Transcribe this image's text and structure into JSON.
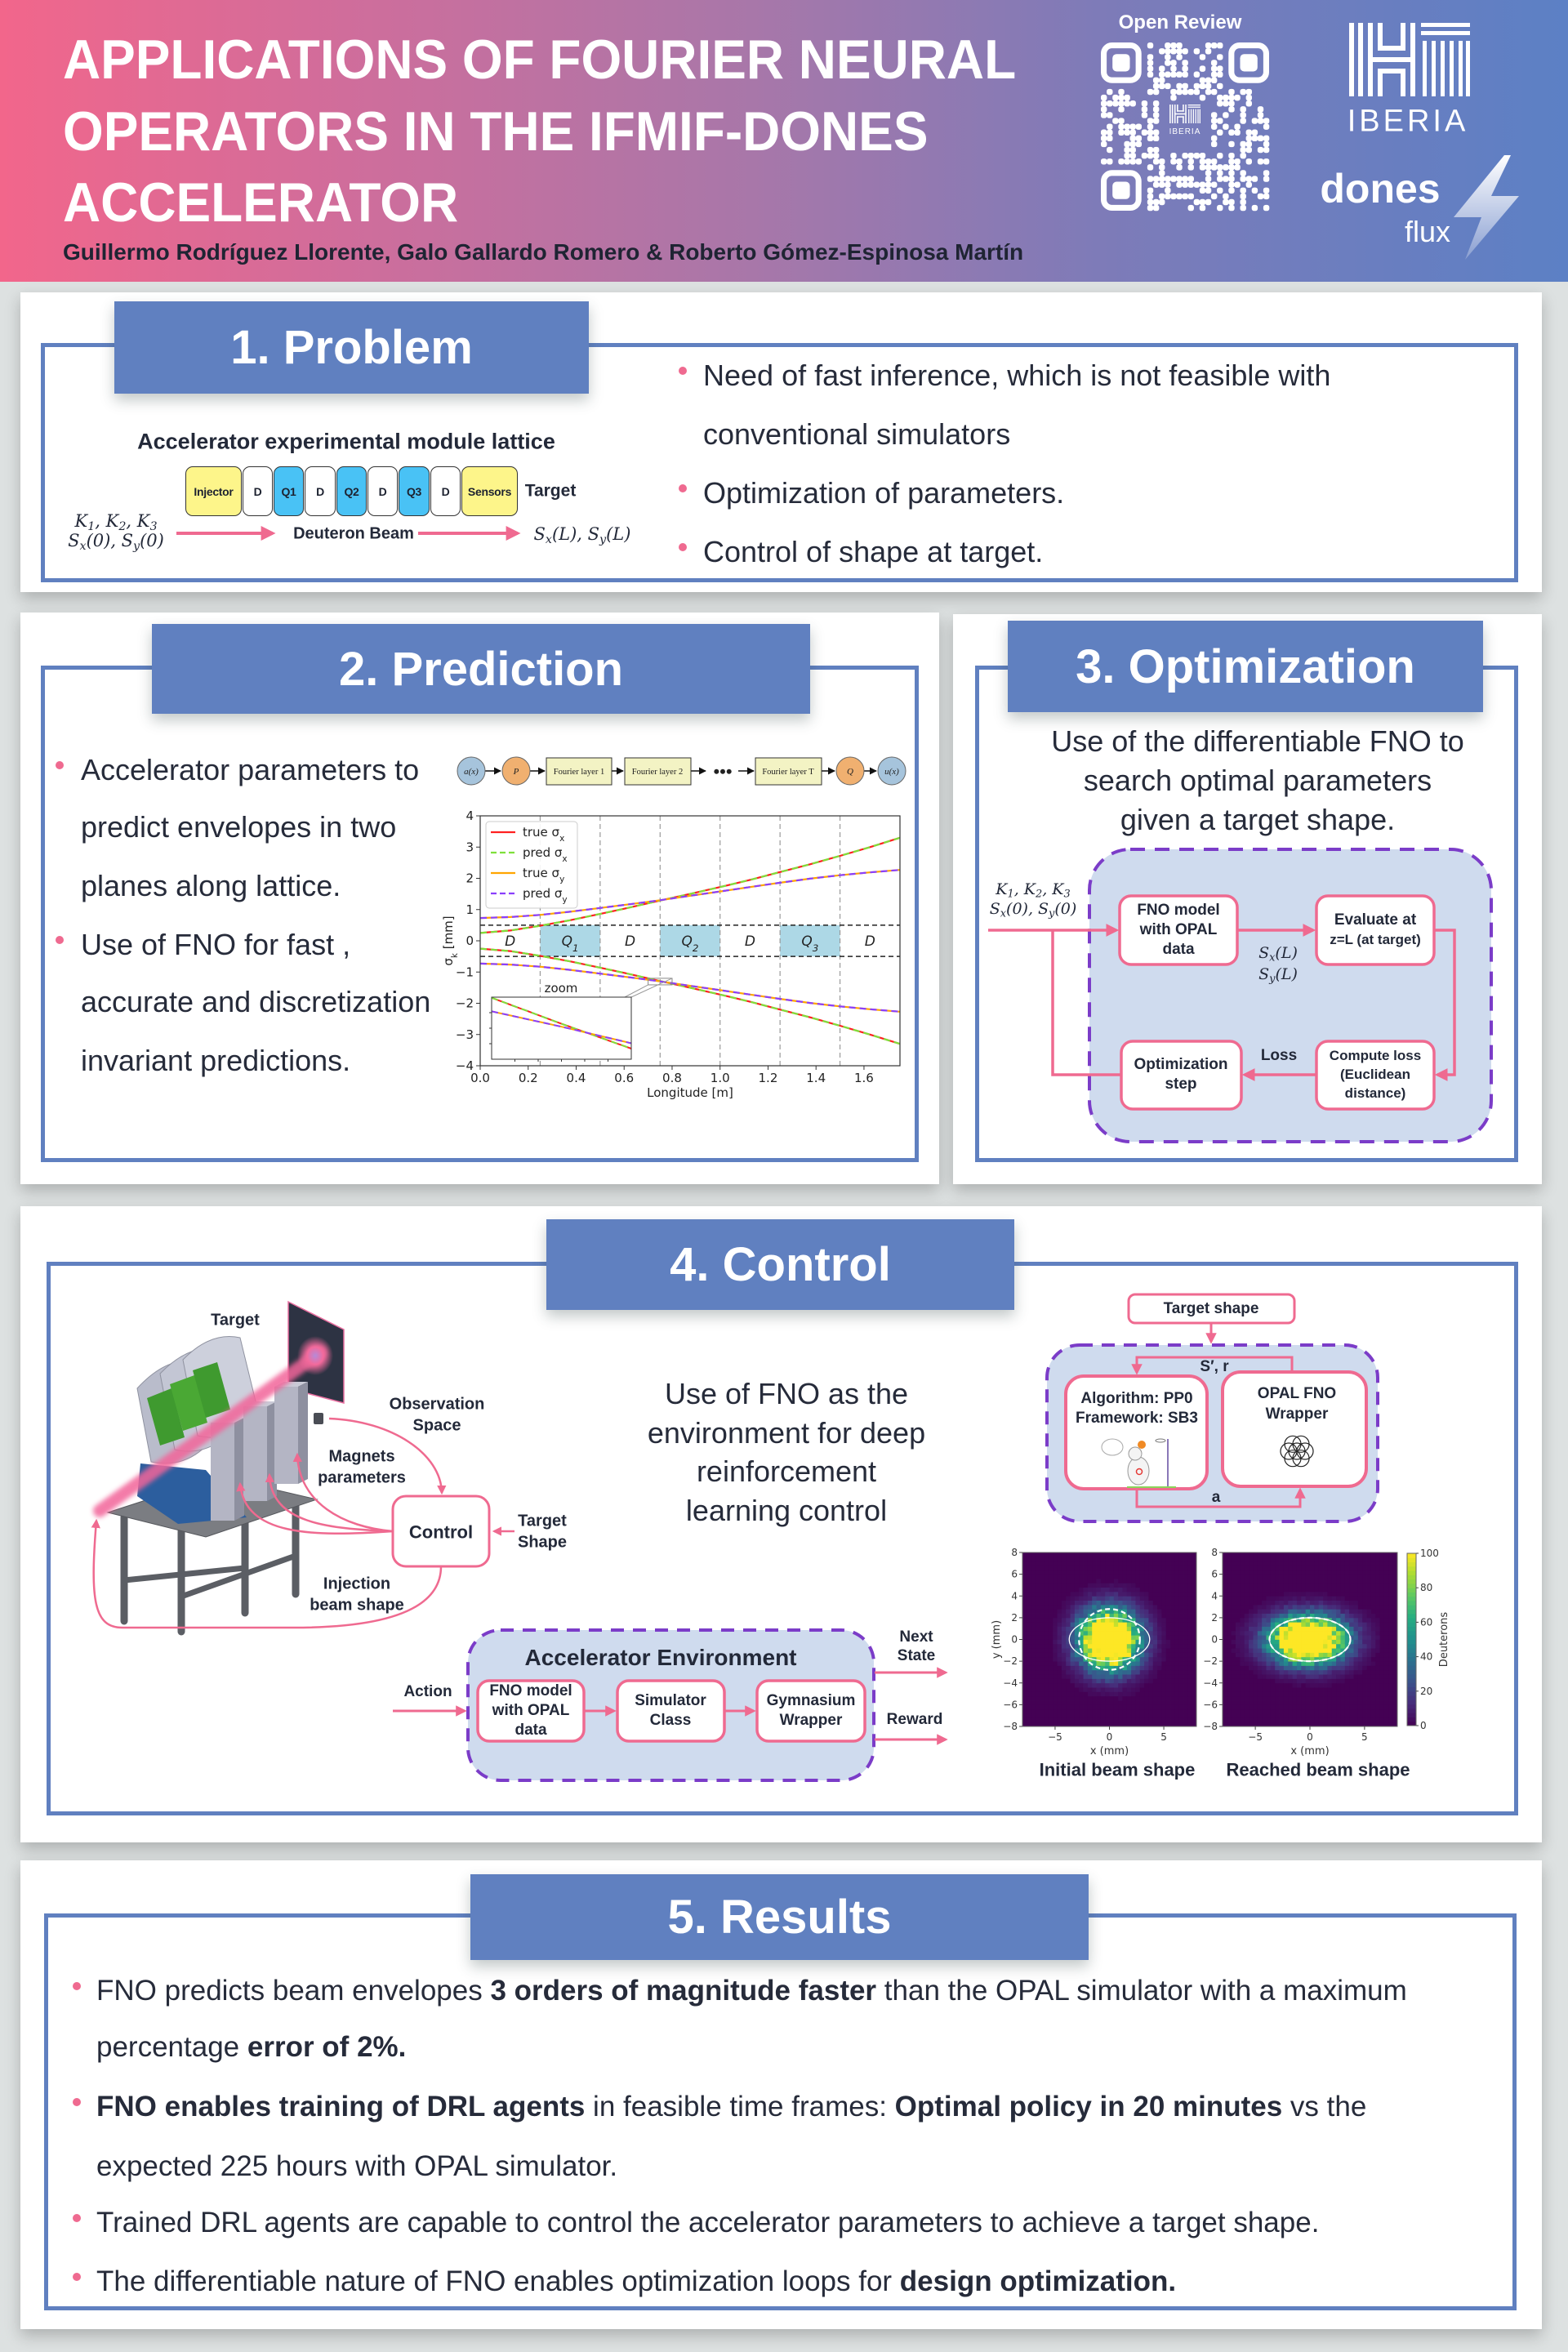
{
  "header": {
    "title_lines": [
      "APPLICATIONS OF FOURIER NEURAL",
      "OPERATORS IN THE IFMIF-DONES",
      "ACCELERATOR"
    ],
    "authors": "Guillermo Rodríguez Llorente, Galo Gallardo Romero & Roberto Gómez-Espinosa Martín",
    "qr_label": "Open Review",
    "qr_center_text": "IBERIA",
    "logo_iberia_text": "IBERIA",
    "logo_dones_text": "dones",
    "logo_flux_text": "flux",
    "icons": {
      "qr": "qr-code",
      "iberia": "iberia-logo-mark",
      "bolt": "lightning-bolt-icon"
    }
  },
  "colors": {
    "header_gradient": [
      "#f2668b",
      "#a877a9",
      "#5c80c5"
    ],
    "section_blue": "#6080c0",
    "accent_pink": "#ef6a90",
    "dashed_purple": "#7b3cc8",
    "diagram_fill": "#cfdbee",
    "text_dark": "#232939",
    "lattice_yellow": "#fdf58a",
    "lattice_blue": "#49c2f5"
  },
  "problem": {
    "title": "1. Problem",
    "lattice_title": "Accelerator experimental module lattice",
    "lattice_blocks": [
      {
        "label": "Injector",
        "type": "source"
      },
      {
        "label": "D",
        "type": "drift"
      },
      {
        "label": "Q1",
        "type": "quadrupole"
      },
      {
        "label": "D",
        "type": "drift"
      },
      {
        "label": "Q2",
        "type": "quadrupole"
      },
      {
        "label": "D",
        "type": "drift"
      },
      {
        "label": "Q3",
        "type": "quadrupole"
      },
      {
        "label": "D",
        "type": "drift"
      },
      {
        "label": "Sensors",
        "type": "sensor"
      }
    ],
    "target_label": "Target",
    "input_params": [
      "K_1, K_2, K_3",
      "S_x(0), S_y(0)"
    ],
    "beam_label": "Deuteron Beam",
    "output_params": "S_x(L), S_y(L)",
    "bullets": [
      {
        "lines": [
          "Need of fast inference, which  is not feasible with",
          "conventional simulators"
        ]
      },
      {
        "lines": [
          "Optimization of parameters."
        ]
      },
      {
        "lines": [
          "Control of shape at target."
        ]
      }
    ]
  },
  "prediction": {
    "title": "2. Prediction",
    "bullets": [
      {
        "lines": [
          "Accelerator parameters to",
          "predict envelopes in two",
          "planes along lattice."
        ]
      },
      {
        "lines": [
          "Use of FNO for fast ,",
          "accurate and discretization",
          "invariant predictions."
        ]
      }
    ],
    "architecture": {
      "nodes": [
        {
          "label": "a(x)",
          "type": "io"
        },
        {
          "label": "P",
          "type": "projection"
        },
        {
          "label": "Fourier layer 1",
          "type": "layer"
        },
        {
          "label": "Fourier layer 2",
          "type": "layer"
        },
        {
          "label": "•••",
          "type": "ellipsis"
        },
        {
          "label": "Fourier layer T",
          "type": "layer"
        },
        {
          "label": "Q",
          "type": "projection"
        },
        {
          "label": "u(x)",
          "type": "io"
        }
      ]
    }
  },
  "optimization": {
    "title": "3. Optimization",
    "description_lines": [
      "Use of the differentiable FNO to",
      "search optimal parameters",
      "given a target shape."
    ],
    "input_params": [
      "K_1, K_2, K_3",
      "S_x(0), S_y(0)"
    ],
    "boxes": {
      "fno": [
        "FNO model",
        "with OPAL",
        "data"
      ],
      "evaluate": [
        "Evaluate at",
        "z=L (at target)"
      ],
      "loss": [
        "Compute loss",
        "(Euclidean",
        "distance)"
      ],
      "step": [
        "Optimization",
        "step"
      ]
    },
    "edge_labels": {
      "output": [
        "S_x(L)",
        "S_y(L)"
      ],
      "loss": "Loss"
    }
  },
  "control": {
    "title": "4. Control",
    "illustration_labels": {
      "target": "Target",
      "observation": [
        "Observation",
        "Space"
      ],
      "magnets": [
        "Magnets",
        "parameters"
      ],
      "control": "Control",
      "target_shape": [
        "Target",
        "Shape"
      ],
      "injection": [
        "Injection",
        "beam shape"
      ]
    },
    "description_lines": [
      "Use of FNO as the",
      "environment for deep",
      "reinforcement",
      "learning control"
    ],
    "rl_loop": {
      "target_shape": "Target shape",
      "agent": [
        "Algorithm: PP0",
        "Framework: SB3"
      ],
      "env": [
        "OPAL FNO",
        "Wrapper"
      ],
      "state_reward": "S′, r",
      "action": "a"
    },
    "environment": {
      "title": "Accelerator Environment",
      "input": "Action",
      "boxes": [
        [
          "FNO model",
          "with OPAL",
          "data"
        ],
        [
          "Simulator",
          "Class"
        ],
        [
          "Gymnasium",
          "Wrapper"
        ]
      ],
      "outputs": [
        [
          "Next",
          "State"
        ],
        [
          "Reward"
        ]
      ]
    },
    "beam_plots": {
      "initial_caption": "Initial beam shape",
      "reached_caption": "Reached beam shape"
    }
  },
  "results": {
    "title": "5. Results",
    "bullets": [
      {
        "lines": [
          [
            {
              "text": "FNO predicts beam envelopes "
            },
            {
              "text": "3 orders of magnitude faster",
              "bold": true
            },
            {
              "text": " than the OPAL simulator with a maximum"
            }
          ],
          [
            {
              "text": "percentage "
            },
            {
              "text": "error of 2%.",
              "bold": true
            }
          ]
        ]
      },
      {
        "lines": [
          [
            {
              "text": "FNO enables training of DRL agents",
              "bold": true
            },
            {
              "text": " in feasible time frames: "
            },
            {
              "text": "Optimal policy in 20 minutes",
              "bold": true
            },
            {
              "text": " vs the"
            }
          ],
          [
            {
              "text": "expected 225 hours with OPAL simulator."
            }
          ]
        ]
      },
      {
        "lines": [
          [
            {
              "text": "Trained DRL agents are capable to control the accelerator parameters to achieve a target shape."
            }
          ]
        ]
      },
      {
        "lines": [
          [
            {
              "text": "The differentiable nature of FNO enables optimization loops for "
            },
            {
              "text": "design optimization.",
              "bold": true
            }
          ]
        ]
      }
    ]
  },
  "chart_data": [
    {
      "type": "line",
      "title": "",
      "xlabel": "Longitude [m]",
      "ylabel": "σ_k [mm]",
      "xlim": [
        0,
        1.75
      ],
      "ylim": [
        -4,
        4
      ],
      "xticks": [
        0,
        0.2,
        0.4,
        0.6,
        0.8,
        1.0,
        1.2,
        1.4,
        1.6
      ],
      "xtick_labels": [
        "0.0",
        "0.2",
        "0.4",
        "0.6",
        "0.8",
        "1.0",
        "1.2",
        "1.4",
        "1.6"
      ],
      "yticks": [
        -4,
        -3,
        -2,
        -1,
        0,
        1,
        2,
        3,
        4
      ],
      "ytick_labels": [
        "−4",
        "−3",
        "−2",
        "−1",
        "0",
        "1",
        "2",
        "3",
        "4"
      ],
      "grid": false,
      "legend": "upper-left",
      "mirrored": true,
      "x": [
        0,
        0.125,
        0.25,
        0.375,
        0.5,
        0.625,
        0.75,
        0.875,
        1.0,
        1.125,
        1.25,
        1.375,
        1.5,
        1.625,
        1.75
      ],
      "series": [
        {
          "name": "true σ_x",
          "color": "#ff2020",
          "style": "solid",
          "values": [
            0.25,
            0.33,
            0.48,
            0.66,
            0.86,
            1.07,
            1.29,
            1.5,
            1.72,
            1.95,
            2.2,
            2.45,
            2.72,
            3.0,
            3.3
          ]
        },
        {
          "name": "pred σ_x",
          "color": "#7ee03a",
          "style": "dashed",
          "values": [
            0.25,
            0.33,
            0.48,
            0.66,
            0.86,
            1.07,
            1.29,
            1.5,
            1.72,
            1.95,
            2.2,
            2.45,
            2.72,
            3.0,
            3.3
          ]
        },
        {
          "name": "true σ_y",
          "color": "#ffa500",
          "style": "solid",
          "values": [
            0.73,
            0.76,
            0.83,
            0.93,
            1.05,
            1.17,
            1.3,
            1.44,
            1.58,
            1.72,
            1.86,
            1.99,
            2.1,
            2.19,
            2.27
          ]
        },
        {
          "name": "pred σ_y",
          "color": "#8a3ffc",
          "style": "dashed",
          "values": [
            0.73,
            0.76,
            0.83,
            0.93,
            1.05,
            1.17,
            1.3,
            1.44,
            1.58,
            1.72,
            1.86,
            1.99,
            2.1,
            2.19,
            2.27
          ]
        }
      ],
      "regions": [
        {
          "label": "D",
          "x": [
            0,
            0.25
          ],
          "fill": null
        },
        {
          "label": "Q_1",
          "x": [
            0.25,
            0.5
          ],
          "fill": "#add8e6"
        },
        {
          "label": "D",
          "x": [
            0.5,
            0.75
          ],
          "fill": null
        },
        {
          "label": "Q_2",
          "x": [
            0.75,
            1.0
          ],
          "fill": "#add8e6"
        },
        {
          "label": "D",
          "x": [
            1.0,
            1.25
          ],
          "fill": null
        },
        {
          "label": "Q_3",
          "x": [
            1.25,
            1.5
          ],
          "fill": "#add8e6"
        },
        {
          "label": "D",
          "x": [
            1.5,
            1.75
          ],
          "fill": null
        }
      ],
      "aperture": [
        -0.5,
        0.5
      ],
      "vlines": [
        0.25,
        0.5,
        0.75,
        1.0,
        1.25,
        1.5
      ],
      "inset": {
        "label": "zoom",
        "xlim": [
          0.7,
          0.8
        ],
        "ylim": [
          -1.41,
          -1.2
        ],
        "branch": "lower"
      }
    },
    {
      "type": "heatmap",
      "title": "Initial beam shape",
      "xlabel": "x (mm)",
      "ylabel": "y (mm)",
      "xlim": [
        -8,
        8
      ],
      "ylim": [
        -8,
        8
      ],
      "xticks": [
        -5,
        0,
        5
      ],
      "xtick_labels": [
        "−5",
        "0",
        "5"
      ],
      "yticks": [
        -8,
        -6,
        -4,
        -2,
        0,
        2,
        4,
        6,
        8
      ],
      "ytick_labels": [
        "−8",
        "−6",
        "−4",
        "−2",
        "0",
        "2",
        "4",
        "6",
        "8"
      ],
      "colormap": "viridis",
      "value_range": [
        0,
        100
      ],
      "bins": 40,
      "distribution": {
        "center": [
          0,
          0
        ],
        "sigma_x": 1.8,
        "sigma_y": 1.8,
        "peak": 180
      },
      "ellipses": [
        {
          "kind": "target",
          "a": 3.7,
          "b": 2.0,
          "style": "solid"
        },
        {
          "kind": "current",
          "a": 2.8,
          "b": 2.8,
          "style": "dashed"
        }
      ]
    },
    {
      "type": "heatmap",
      "title": "Reached beam shape",
      "xlabel": "x (mm)",
      "ylabel": "",
      "xlim": [
        -8,
        8
      ],
      "ylim": [
        -8,
        8
      ],
      "xticks": [
        -5,
        0,
        5
      ],
      "xtick_labels": [
        "−5",
        "0",
        "5"
      ],
      "yticks": [
        -8,
        -6,
        -4,
        -2,
        0,
        2,
        4,
        6,
        8
      ],
      "ytick_labels": [
        "−8",
        "−6",
        "−4",
        "−2",
        "0",
        "2",
        "4",
        "6",
        "8"
      ],
      "colormap": "viridis",
      "value_range": [
        0,
        100
      ],
      "bins": 40,
      "distribution": {
        "center": [
          -0.2,
          0
        ],
        "sigma_x": 2.3,
        "sigma_y": 1.45,
        "peak": 175
      },
      "ellipses": [
        {
          "kind": "target",
          "a": 3.7,
          "b": 2.0,
          "style": "solid"
        },
        {
          "kind": "current",
          "a": 3.7,
          "b": 2.0,
          "style": "dashed"
        }
      ],
      "colorbar": {
        "label": "Deuterons",
        "range": [
          0,
          100
        ],
        "ticks": [
          0,
          20,
          40,
          60,
          80,
          100
        ]
      }
    }
  ]
}
